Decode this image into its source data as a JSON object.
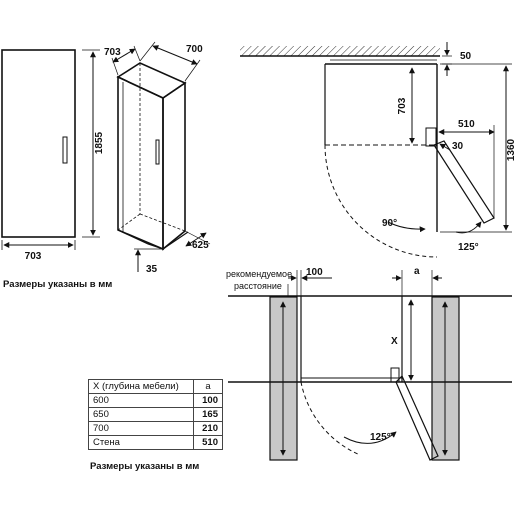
{
  "front_view": {
    "width": "703",
    "height": "1855"
  },
  "iso_view": {
    "depth": "703",
    "width": "700",
    "door_depth": "625",
    "plinth": "35"
  },
  "side_view": {
    "ceiling_gap": "50",
    "depth": "703",
    "door_clearance": "510",
    "hinge_offset": "30",
    "total_height": "1360",
    "angle_open": "90°",
    "angle_max": "125°"
  },
  "top_view": {
    "recommended_label": "рекомендуемое",
    "distance_label": "расстояние",
    "gap": "100",
    "a_label": "a",
    "x_label": "X",
    "angle": "125°"
  },
  "captions": {
    "left": "Размеры указаны в мм",
    "bottom": "Размеры указаны в мм"
  },
  "table": {
    "header_x": "X (глубина мебели)",
    "header_a": "a",
    "rows": [
      {
        "x": "600",
        "a": "100"
      },
      {
        "x": "650",
        "a": "165"
      },
      {
        "x": "700",
        "a": "210"
      },
      {
        "x": "Стена",
        "a": "510"
      }
    ]
  }
}
